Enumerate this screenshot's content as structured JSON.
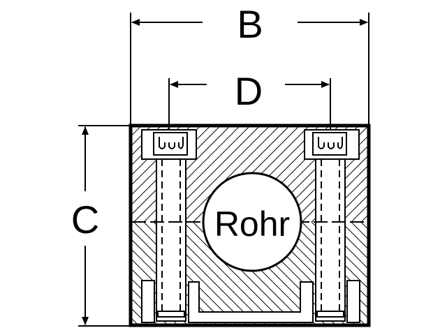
{
  "dimensions": {
    "b_label": "B",
    "d_label": "D",
    "c_label": "C"
  },
  "pipe": {
    "label": "Rohr"
  },
  "colors": {
    "line": "#000000",
    "background": "#ffffff"
  }
}
